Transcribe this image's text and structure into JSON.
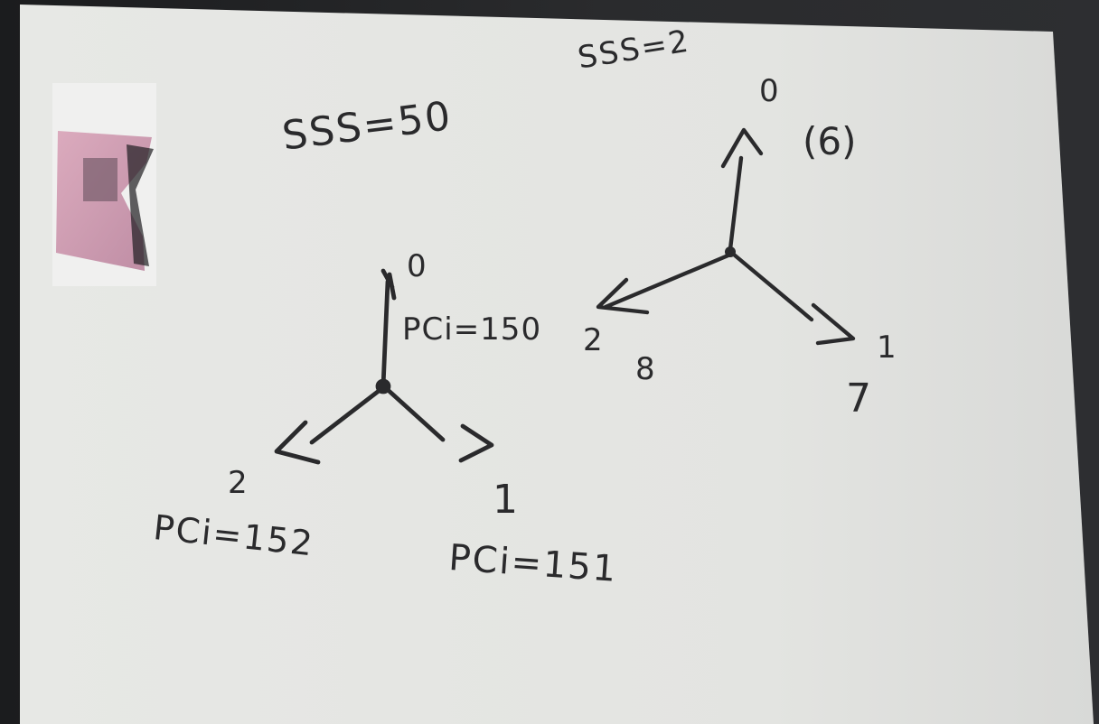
{
  "colors": {
    "board": "#e8e9e6",
    "ink": "#2a2a2c",
    "frame": "#1b1c1e",
    "sticker_pink": "#c88fa7"
  },
  "left_tree": {
    "sss": "SSS=50",
    "root_label": "0",
    "root_pci": "PCi=150",
    "left_label": "2",
    "left_pci": "PCi=152",
    "right_label": "1",
    "right_pci": "PCi=151"
  },
  "right_tree": {
    "sss": "SSS=2",
    "root_label": "0",
    "root_value": "(6)",
    "right_label": "1",
    "right_value": "7",
    "left_label": "2",
    "left_value": "8"
  }
}
